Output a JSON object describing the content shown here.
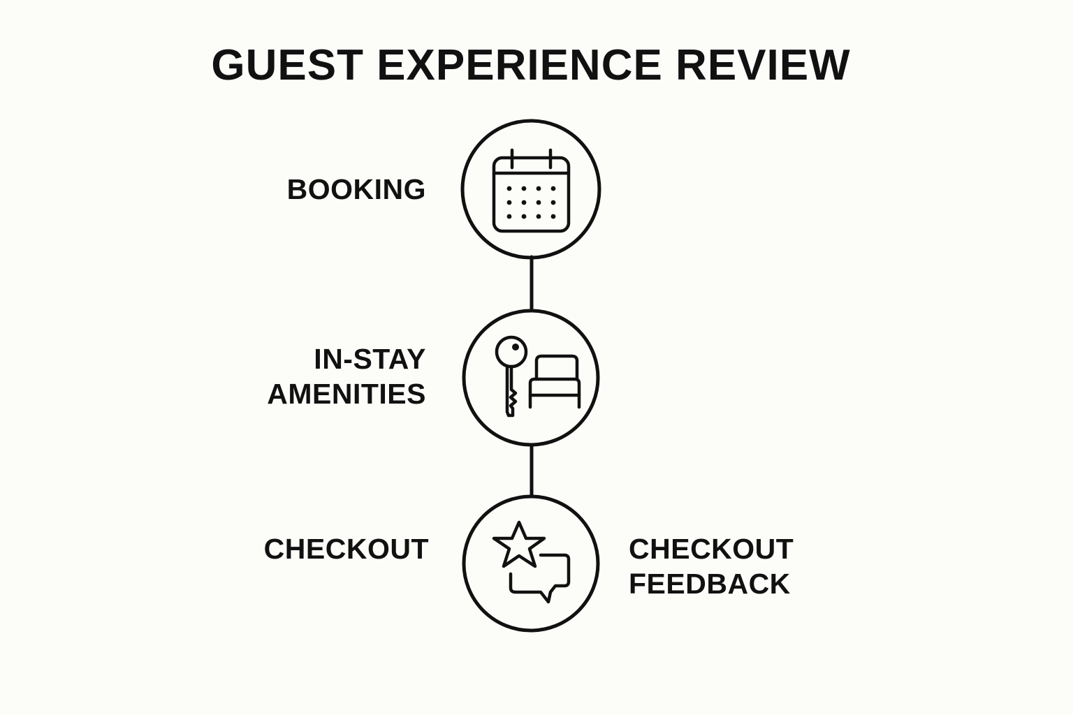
{
  "title": "GUEST EXPERIENCE REVIEW",
  "steps": [
    {
      "label": "BOOKING",
      "icon": "calendar-icon"
    },
    {
      "label": "IN-STAY\nAMENITIES",
      "icon": "key-and-bed-icon"
    },
    {
      "label": "CHECKOUT",
      "icon": "star-chat-feedback-icon",
      "side_label": "CHECKOUT\nFEEDBACK"
    }
  ]
}
